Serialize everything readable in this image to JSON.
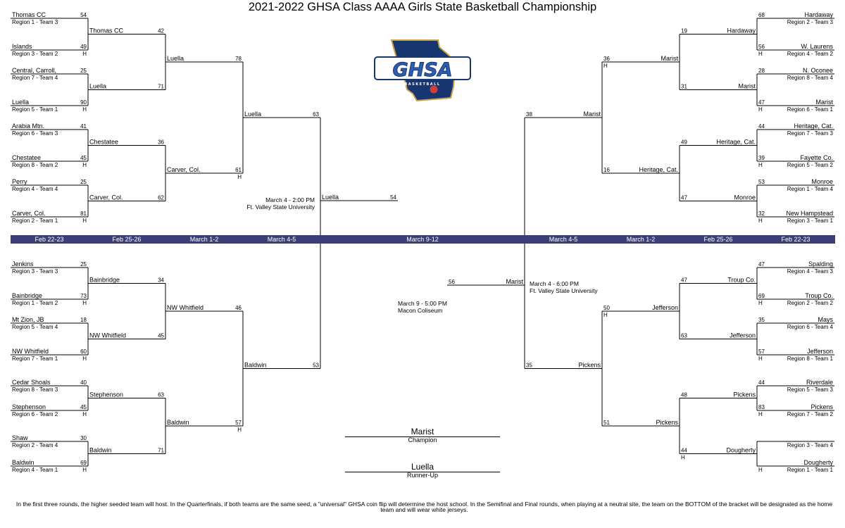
{
  "title": "2021-2022 GHSA Class AAAA Girls State Basketball Championship",
  "logo_text": "GHSA",
  "logo_subtext": "BASKETBALL",
  "colors": {
    "round_bar": "#3b3f77",
    "logo_navy": "#17356e",
    "logo_gold": "#c9a24a",
    "logo_blue": "#2d5fb0"
  },
  "rounds": [
    "Feb 22-23",
    "Feb 25-26",
    "March 1-2",
    "March 4-5",
    "March 9-12",
    "March 4-5",
    "March 1-2",
    "Feb 25-26",
    "Feb 22-23"
  ],
  "home_marker": "H",
  "left": {
    "r1": [
      {
        "team": "Thomas CC",
        "seed": "Region 1 - Team 3",
        "score": "54",
        "home": false
      },
      {
        "team": "Islands",
        "seed": "Region 3 - Team 2",
        "score": "49",
        "home": true
      },
      {
        "team": "Central, Carroll,",
        "seed": "Region 7 - Team 4",
        "score": "25",
        "home": false
      },
      {
        "team": "Luella",
        "seed": "Region 5 - Team 1",
        "score": "90",
        "home": true
      },
      {
        "team": "Arabia Mtn.",
        "seed": "Region 6 - Team 3",
        "score": "41",
        "home": false
      },
      {
        "team": "Chestatee",
        "seed": "Region 8 - Team 2",
        "score": "45",
        "home": true
      },
      {
        "team": "Perry",
        "seed": "Region 4 - Team 4",
        "score": "25",
        "home": false
      },
      {
        "team": "Carver, Col.",
        "seed": "Region 2 - Team 1",
        "score": "81",
        "home": true
      },
      {
        "team": "Jenkins",
        "seed": "Region 3 - Team 3",
        "score": "25",
        "home": false
      },
      {
        "team": "Bainbridge",
        "seed": "Region 1 - Team 2",
        "score": "73",
        "home": true
      },
      {
        "team": "Mt Zion, JB",
        "seed": "Region 5 - Team 4",
        "score": "18",
        "home": false
      },
      {
        "team": "NW Whitfield",
        "seed": "Region 7 - Team 1",
        "score": "60",
        "home": true
      },
      {
        "team": "Cedar Shoals",
        "seed": "Region 8 - Team 3",
        "score": "40",
        "home": false
      },
      {
        "team": "Stephenson",
        "seed": "Region 6 - Team 2",
        "score": "45",
        "home": true
      },
      {
        "team": "Shaw",
        "seed": "Region 2 - Team 4",
        "score": "30",
        "home": false
      },
      {
        "team": "Baldwin",
        "seed": "Region 4 - Team 1",
        "score": "69",
        "home": true
      }
    ],
    "r2": [
      {
        "team": "Thomas CC",
        "score": "42",
        "home": false
      },
      {
        "team": "Luella",
        "score": "71",
        "home": false
      },
      {
        "team": "Chestatee",
        "score": "36",
        "home": false
      },
      {
        "team": "Carver, Col.",
        "score": "62",
        "home": false
      },
      {
        "team": "Bainbridge",
        "score": "34",
        "home": false
      },
      {
        "team": "NW Whitfield",
        "score": "45",
        "home": false
      },
      {
        "team": "Stephenson",
        "score": "63",
        "home": false
      },
      {
        "team": "Baldwin",
        "score": "71",
        "home": false
      }
    ],
    "r3": [
      {
        "team": "Luella",
        "score": "78",
        "home": false
      },
      {
        "team": "Carver, Col.",
        "score": "61",
        "home": true
      },
      {
        "team": "NW Whitfield",
        "score": "46",
        "home": false
      },
      {
        "team": "Baldwin",
        "score": "57",
        "home": true
      }
    ],
    "r4": [
      {
        "team": "Luella",
        "score": "63",
        "home": false
      },
      {
        "team": "Baldwin",
        "score": "53",
        "home": false
      }
    ],
    "semi": {
      "team": "Luella",
      "score": "54"
    }
  },
  "right": {
    "r1": [
      {
        "team": "Hardaway",
        "seed": "Region 2 - Team 3",
        "score": "68",
        "home": false
      },
      {
        "team": "W. Laurens",
        "seed": "Region 4 - Team 2",
        "score": "56",
        "home": true
      },
      {
        "team": "N. Oconee",
        "seed": "Region  8 - Team 4",
        "score": "28",
        "home": false
      },
      {
        "team": "Marist",
        "seed": "Region 6 - Team 1",
        "score": "47",
        "home": true
      },
      {
        "team": "Heritage, Cat.",
        "seed": "Region 7 - Team 3",
        "score": "44",
        "home": false
      },
      {
        "team": "Fayette Co.",
        "seed": "Region 5 - Team 2",
        "score": "39",
        "home": true
      },
      {
        "team": "Monroe",
        "seed": "Region 1 - Team 4",
        "score": "53",
        "home": false
      },
      {
        "team": "New Hampstead",
        "seed": "Region 3 - Team 1",
        "score": "32",
        "home": true
      },
      {
        "team": "Spalding",
        "seed": "Region 4 - Team 3",
        "score": "47",
        "home": false
      },
      {
        "team": "Troup Co.",
        "seed": "Region 2 - Team 2",
        "score": "69",
        "home": true
      },
      {
        "team": "Mays",
        "seed": "Region 6 - Team 4",
        "score": "35",
        "home": false
      },
      {
        "team": "Jefferson",
        "seed": "Region 8 - Team 1",
        "score": "57",
        "home": true
      },
      {
        "team": "Riverdale",
        "seed": "Region 5 - Team 3",
        "score": "44",
        "home": false
      },
      {
        "team": "Pickens",
        "seed": "Region 7 - Team 2",
        "score": "83",
        "home": true
      },
      {
        "team": "",
        "seed": "Region 3 - Team 4",
        "score": "",
        "home": false
      },
      {
        "team": "Dougherty",
        "seed": "Region 1 - Team 1",
        "score": "",
        "home": true
      }
    ],
    "r2": [
      {
        "team": "Hardaway",
        "score": "19",
        "home": false
      },
      {
        "team": "Marist",
        "score": "31",
        "home": false
      },
      {
        "team": "Heritage, Cat.",
        "score": "49",
        "home": false
      },
      {
        "team": "Monroe",
        "score": "47",
        "home": false
      },
      {
        "team": "Troup Co.",
        "score": "47",
        "home": false
      },
      {
        "team": "Jefferson",
        "score": "63",
        "home": false
      },
      {
        "team": "Pickens",
        "score": "48",
        "home": false
      },
      {
        "team": "Dougherty",
        "score": "44",
        "home": true
      }
    ],
    "r3": [
      {
        "team": "Marist",
        "score": "36",
        "home": true
      },
      {
        "team": "Heritage, Cat.",
        "score": "16",
        "home": false
      },
      {
        "team": "Jefferson",
        "score": "50",
        "home": true
      },
      {
        "team": "Pickens",
        "score": "51",
        "home": false
      }
    ],
    "r4": [
      {
        "team": "Marist",
        "score": "38",
        "home": false
      },
      {
        "team": "Pickens",
        "score": "35",
        "home": false
      }
    ],
    "semi": {
      "team": "Marist",
      "score": "56"
    }
  },
  "notes": {
    "left_semi": {
      "time": "March 4 - 2:00 PM",
      "venue": "Ft. Valley State University"
    },
    "right_semi": {
      "time": "March 4 - 6:00 PM",
      "venue": "Ft. Valley State University"
    },
    "final": {
      "time": "March 9 - 5:00 PM",
      "venue": "Macon Coliseum"
    }
  },
  "champion": {
    "team": "Marist",
    "label": "Champion"
  },
  "runner_up": {
    "team": "Luella",
    "label": "Runner-Up"
  },
  "footnote": "In the first three rounds, the higher seeded team will host. In the Quarterfinals, if both teams are the same seed, a \"universal\" GHSA coin flip will determine the host school. In the Semifinal and Final rounds, when playing at a neutral site, the team on the BOTTOM of the bracket will be designated as the home team and will wear white jerseys."
}
